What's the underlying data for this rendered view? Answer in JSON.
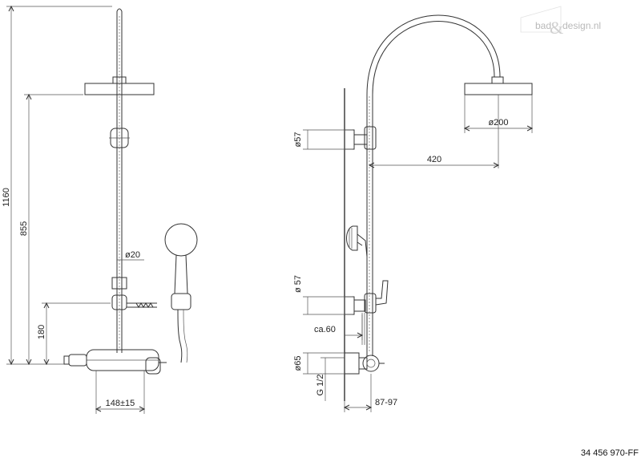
{
  "watermark": {
    "left": "bad",
    "amp": "&",
    "right": "design.nl"
  },
  "dimensions": {
    "total_height": "1160",
    "rail_height": "855",
    "bottom_offset": "180",
    "rail_diameter": "ø20",
    "spacing": "148±15",
    "bracket_diameter_top": "ø57",
    "arm_reach": "420",
    "head_diameter": "ø200",
    "bracket_diameter_bottom": "ø 57",
    "approx_offset": "ca.60",
    "connection_diameter": "ø65",
    "thread": "G 1/2",
    "depth": "87-97"
  },
  "product_code": "34 456 970-FF"
}
